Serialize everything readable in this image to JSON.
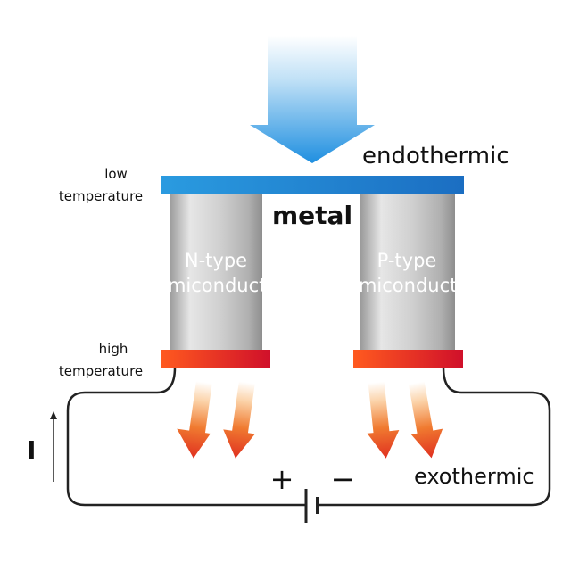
{
  "labels": {
    "endothermic": "endothermic",
    "low_temp_line1": "low",
    "low_temp_line2": "temperature",
    "metal": "metal",
    "n_type_line1": "N-type",
    "n_type_line2": "semiconductor",
    "p_type_line1": "P-type",
    "p_type_line2": "semiconductor",
    "high_temp_line1": "high",
    "high_temp_line2": "temperature",
    "current": "I",
    "plus": "+",
    "minus": "−",
    "exothermic": "exothermic"
  },
  "colors": {
    "cold_bar": "#1e88d8",
    "hot_bar": "#e8402a",
    "heat_in_arrow": "#3aa0e6",
    "heat_out_arrow": "#e8402a"
  }
}
